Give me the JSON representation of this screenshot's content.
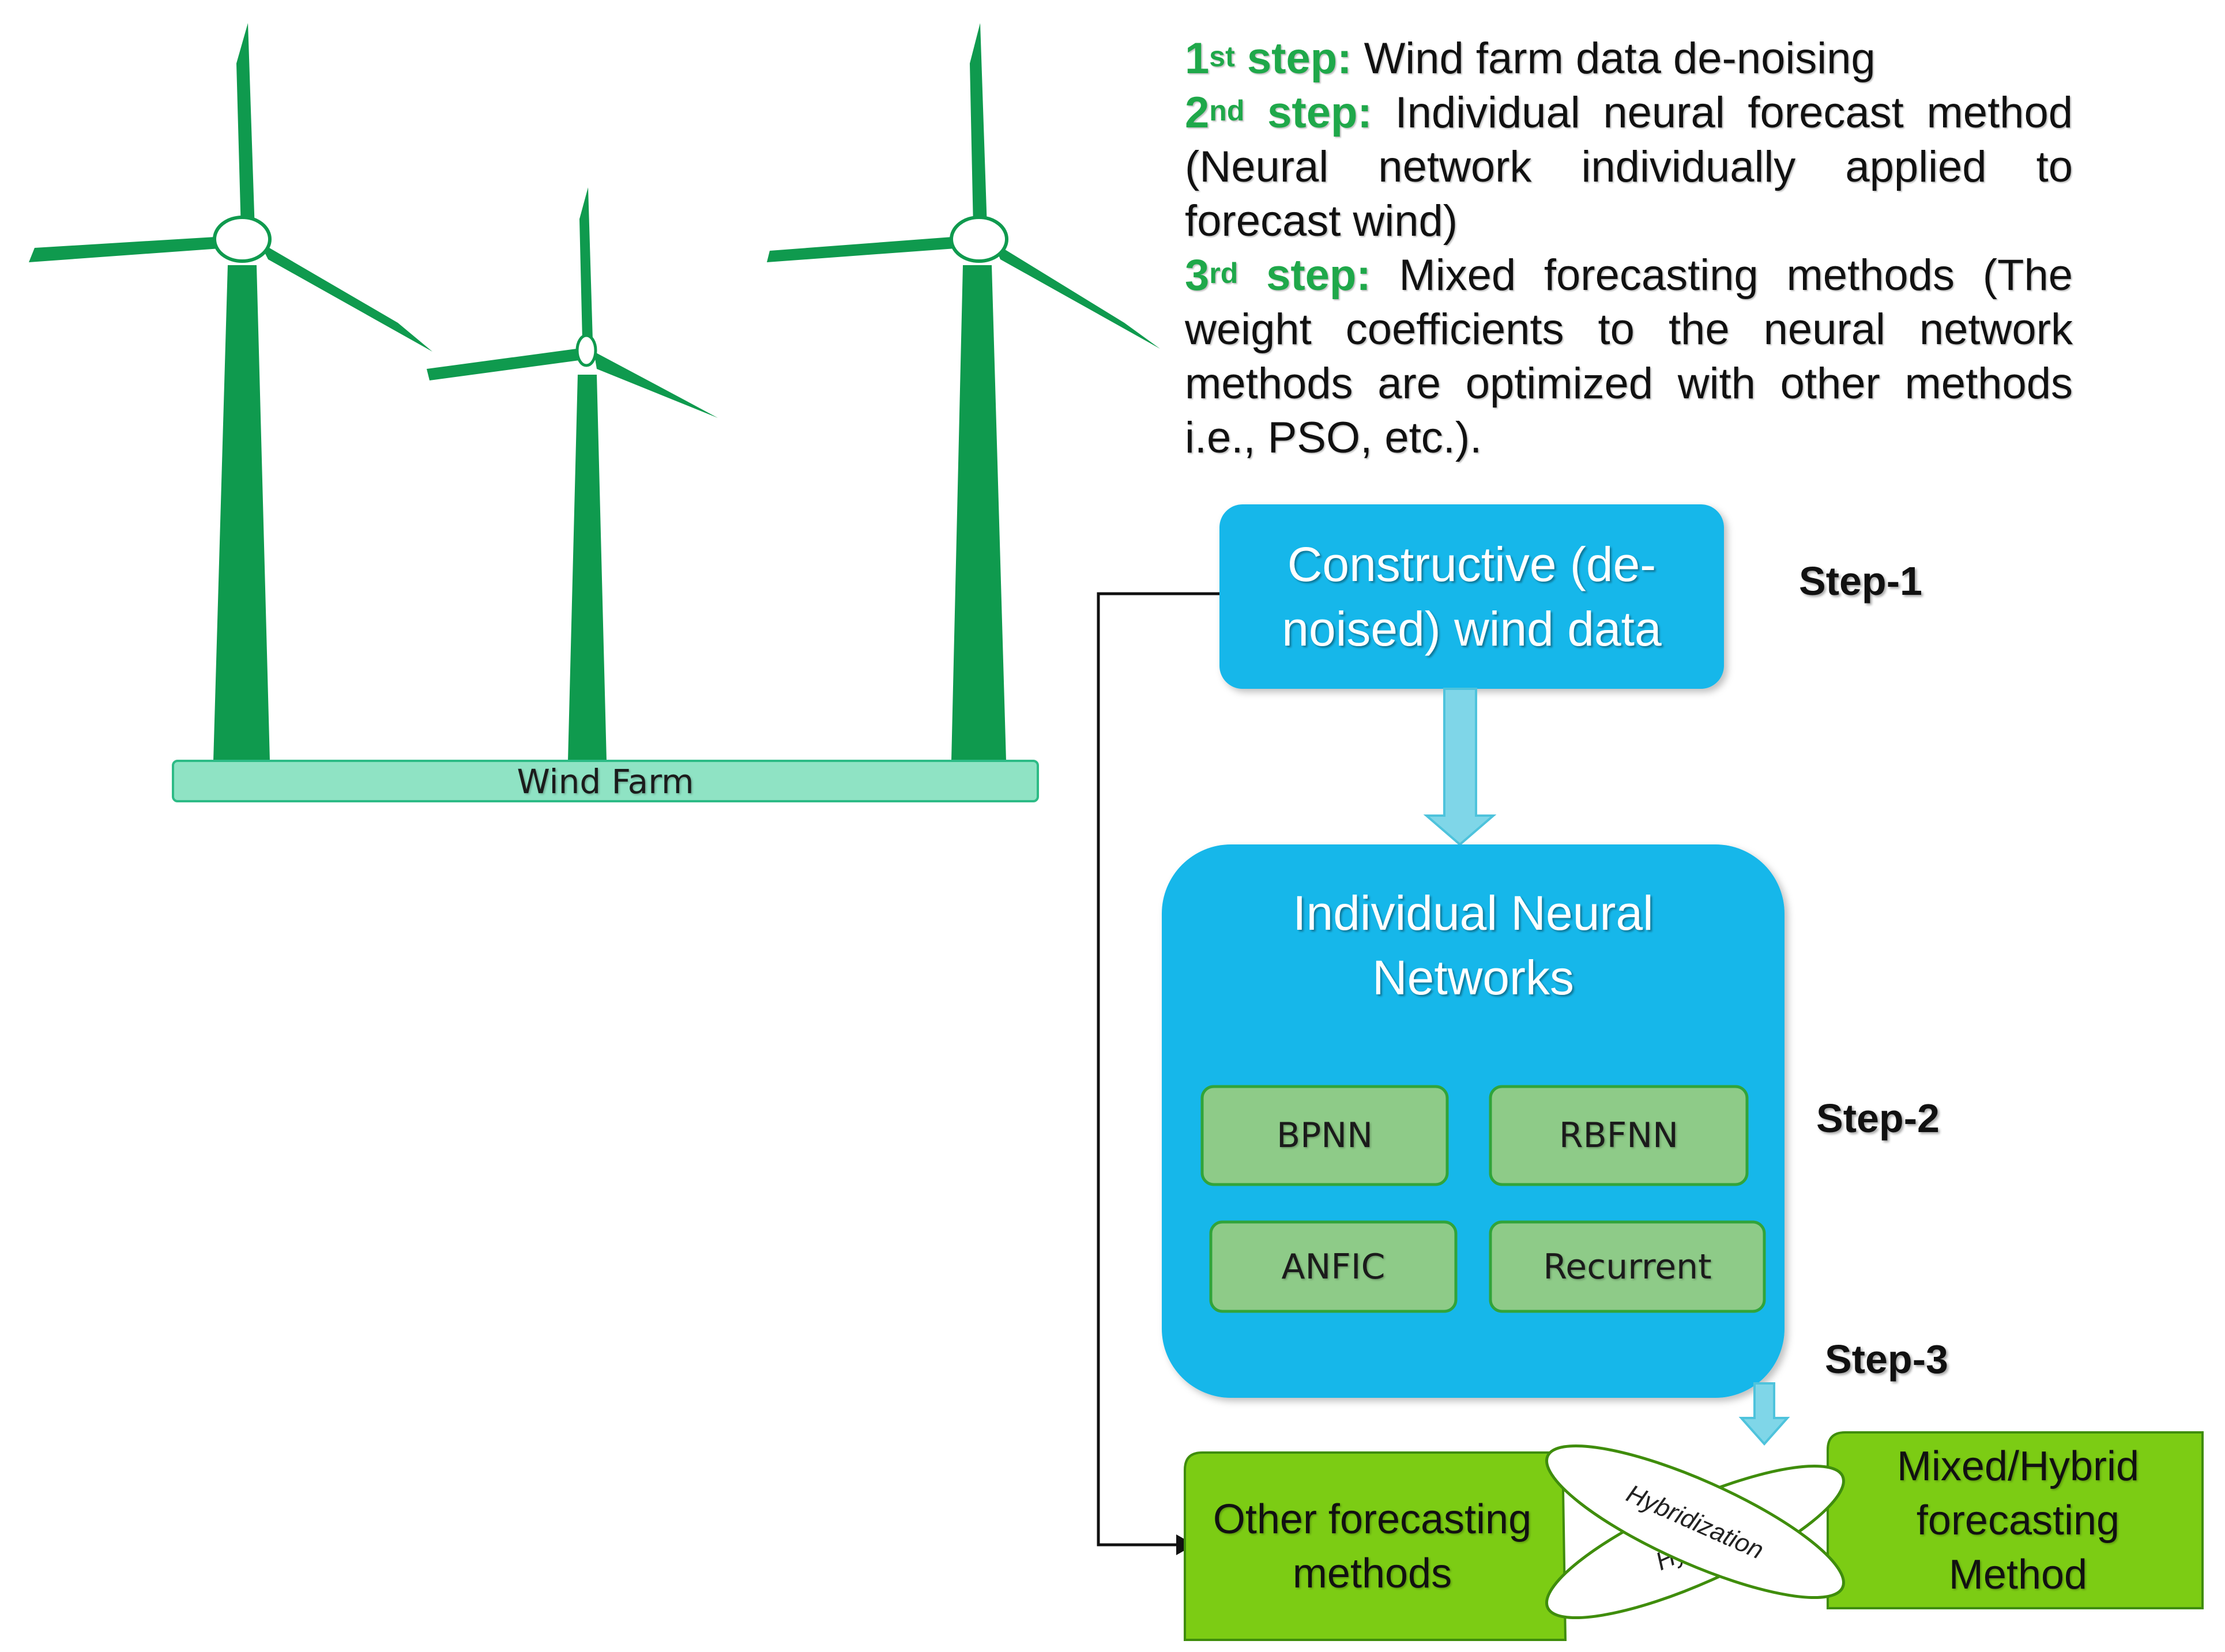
{
  "description_steps": [
    {
      "num": "1",
      "sup": "st",
      "word": "step:",
      "text": " Wind farm data de-noising"
    },
    {
      "num": "2",
      "sup": "nd",
      "word": "step:",
      "text": " Individual neural forecast method (Neural network individually applied to forecast wind)"
    },
    {
      "num": "3",
      "sup": "rd",
      "word": "step:",
      "text": " Mixed forecasting methods (The weight coefficients to the neural network methods are optimized with other methods i.e., PSO, etc.)."
    }
  ],
  "wind_farm": {
    "label": "Wind Farm"
  },
  "step1": {
    "label": "Step-1",
    "box_text": "Constructive (de-noised) wind data"
  },
  "step2": {
    "label": "Step-2",
    "title": "Individual Neural Networks",
    "methods": [
      "BPNN",
      "RBFNN",
      "ANFIC",
      "Recurrent"
    ]
  },
  "step3": {
    "label": "Step-3",
    "other": "Other forecasting methods",
    "hybridization": "Hybridization",
    "hybridization_partial": "Hy",
    "mixed": "Mixed/Hybrid forecasting Method"
  },
  "colors": {
    "turbine": "#0f9a4e",
    "hub": "#ffffff",
    "base": "#8fe3c4",
    "step_blue": "#12b7ea",
    "nn_box": "#8ecb88",
    "method_green": "#7ccc14",
    "arrow": "#7fd6e8",
    "keyword": "#1fa84a"
  }
}
